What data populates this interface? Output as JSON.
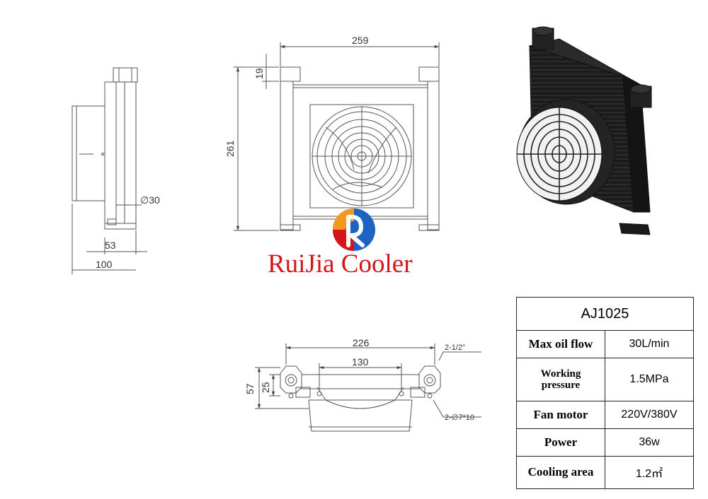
{
  "brand": {
    "name": "RuiJia Cooler",
    "colors": {
      "red": "#d4161b",
      "blue": "#1e63c3",
      "orange": "#f39a1e"
    }
  },
  "dimensions": {
    "side_width": "100",
    "side_depth": "53",
    "port_diameter": "∅30",
    "front_width": "259",
    "front_height": "261",
    "top_offset": "19",
    "bottom_width": "226",
    "bottom_inner": "130",
    "bottom_height": "57",
    "bottom_mid": "25",
    "thread": "2-1/2\"",
    "holes": "2-∅7*10"
  },
  "spec_table": {
    "model": "AJ1025",
    "rows": [
      {
        "label": "Max oil flow",
        "value": "30L/min"
      },
      {
        "label_line1": "Working",
        "label_line2": "pressure",
        "value": "1.5MPa"
      },
      {
        "label": "Fan motor",
        "value": "220V/380V"
      },
      {
        "label": "Power",
        "value": "36w"
      },
      {
        "label": "Cooling area",
        "value": "1.2㎡"
      }
    ]
  }
}
